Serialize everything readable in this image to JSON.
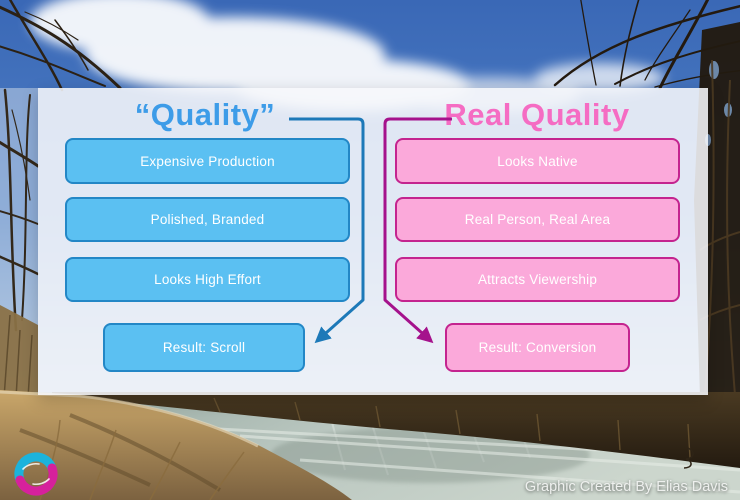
{
  "panel": {
    "left": {
      "title": "“Quality”",
      "items": [
        "Expensive Production",
        "Polished, Branded",
        "Looks High Effort"
      ],
      "result": "Result: Scroll",
      "title_color": "#3d9ce8",
      "box_fill": "#5bc0f2",
      "box_border": "#2387c6",
      "arrow_color": "#1d79b8"
    },
    "right": {
      "title": "Real Quality",
      "items": [
        "Looks Native",
        "Real Person, Real Area",
        "Attracts Viewership"
      ],
      "result": "Result: Conversion",
      "title_color": "#f56cc3",
      "box_fill": "#fba9da",
      "box_border": "#c4248f",
      "arrow_color": "#a5128c"
    }
  },
  "footer": {
    "credit": "Graphic Created By Elias Davis"
  },
  "logo": {
    "icon": "wave-hands-logo",
    "top_color": "#1cb3dc",
    "bottom_color": "#d6219c"
  }
}
